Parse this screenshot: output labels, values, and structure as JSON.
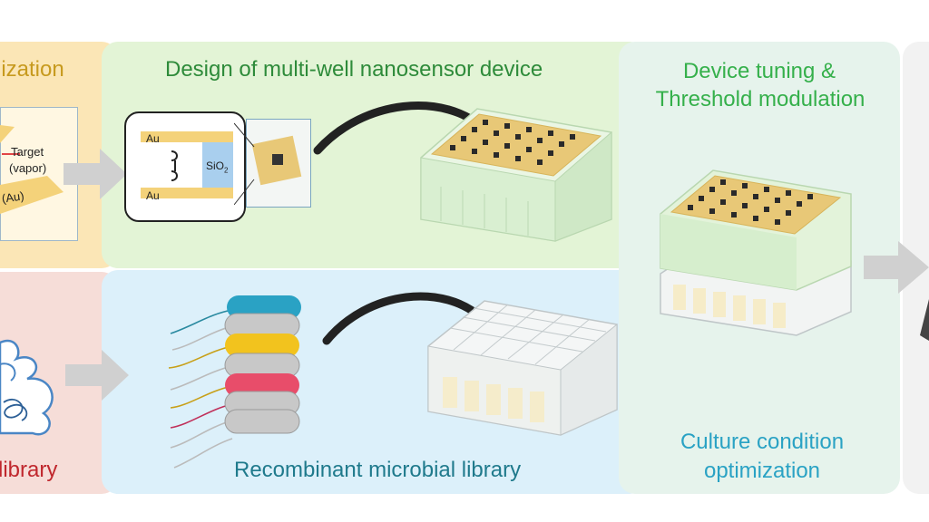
{
  "colors": {
    "left_top": "#fbe6b6",
    "left_bottom": "#f6ddd8",
    "green": "#e3f4d6",
    "blue": "#dcf0fa",
    "right_card": "#e7f4ee",
    "title_orange": "#c79a1e",
    "title_red": "#c0272d",
    "title_green": "#2e8b3a",
    "title_bright_green": "#35b04b",
    "title_teal": "#1f7a8c",
    "title_blue": "#2aa2c4",
    "gold": "#f4d27a",
    "sio2": "#a9cfee",
    "arrow": "#d0d0d0"
  },
  "left_top": {
    "title": "lization",
    "target_label": "Target",
    "target_sub": "(vapor)",
    "au_label": "(Au)"
  },
  "left_bottom": {
    "title": "library"
  },
  "top": {
    "title": "Design of multi-well nanosensor device",
    "au_top": "Au",
    "au_bottom": "Au",
    "sio2": "SiO",
    "sio2_sub": "2"
  },
  "bottom": {
    "title": "Recombinant microbial library"
  },
  "right": {
    "title_line1": "Device tuning &",
    "title_line2": "Threshold modulation",
    "bottom_line1": "Culture condition",
    "bottom_line2": "optimization"
  }
}
